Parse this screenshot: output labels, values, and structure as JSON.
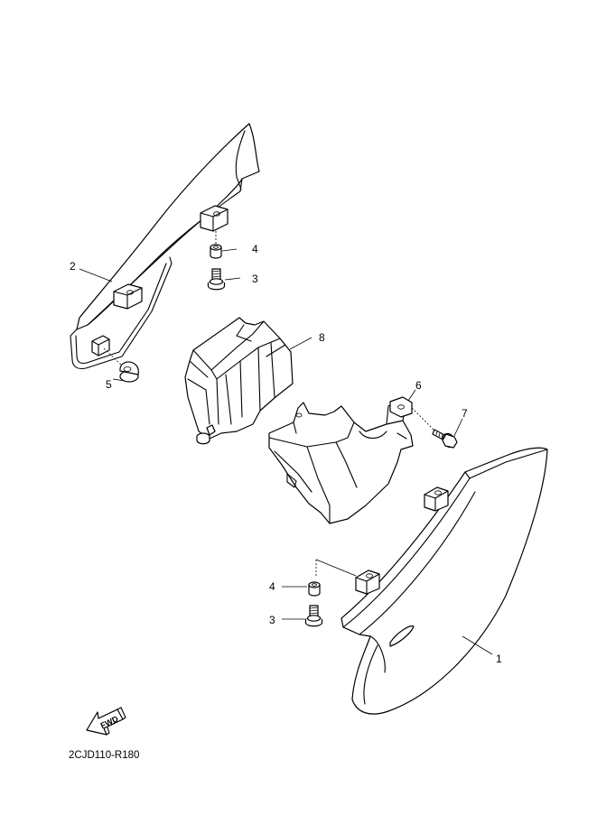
{
  "callouts": [
    {
      "id": "c1",
      "label": "1"
    },
    {
      "id": "c2",
      "label": "2"
    },
    {
      "id": "c3a",
      "label": "3"
    },
    {
      "id": "c3b",
      "label": "3"
    },
    {
      "id": "c4a",
      "label": "4"
    },
    {
      "id": "c4b",
      "label": "4"
    },
    {
      "id": "c5",
      "label": "5"
    },
    {
      "id": "c6",
      "label": "6"
    },
    {
      "id": "c7",
      "label": "7"
    },
    {
      "id": "c8",
      "label": "8"
    }
  ],
  "fwd_label": "FWD",
  "diagram_code": "2CJD110-R180"
}
